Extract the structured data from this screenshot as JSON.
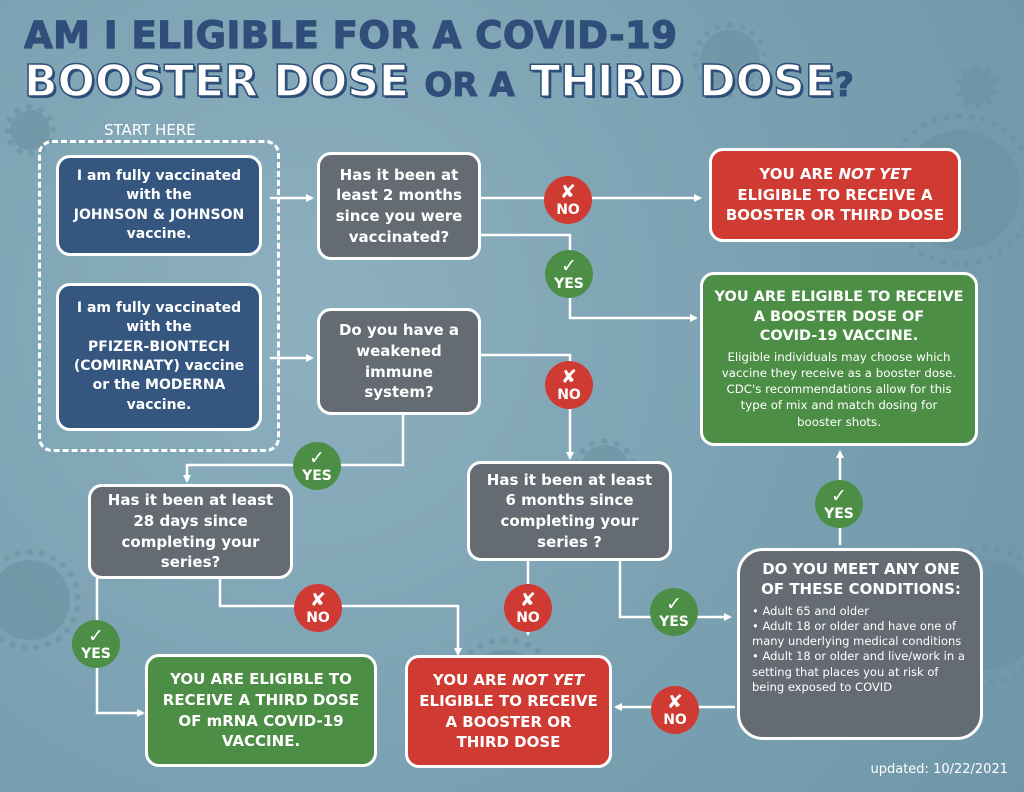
{
  "title": {
    "line1": "AM I ELIGIBLE FOR A COVID-19",
    "line2_a": "BOOSTER DOSE",
    "line2_b": "OR A",
    "line2_c": "THIRD DOSE",
    "line2_q": "?"
  },
  "start_label": "START HERE",
  "jj_box": [
    "I am fully vaccinated",
    "with the",
    "JOHNSON & JOHNSON",
    "vaccine."
  ],
  "pfizer_box": [
    "I am fully vaccinated",
    "with the",
    "PFIZER-BIONTECH",
    "(COMIRNATY) vaccine",
    "or the MODERNA",
    "vaccine."
  ],
  "q_2months": [
    "Has it been at",
    "least 2 months",
    "since you were",
    "vaccinated?"
  ],
  "q_immune": [
    "Do you have a",
    "weakened",
    "immune system?"
  ],
  "q_28days": [
    "Has it been at least",
    "28 days since",
    "completing your",
    "series?"
  ],
  "q_6months": [
    "Has it been at least",
    "6 months since",
    "completing your",
    "series ?"
  ],
  "not_yet_top": {
    "a": "YOU ARE ",
    "b": "NOT YET",
    "c": "ELIGIBLE TO RECEIVE A",
    "d": "BOOSTER OR THIRD DOSE"
  },
  "not_yet_bottom": {
    "a": "YOU ARE ",
    "b": "NOT YET",
    "c": "ELIGIBLE TO RECEIVE",
    "d": "A BOOSTER OR",
    "e": "THIRD DOSE"
  },
  "eligible_booster": {
    "heading": [
      "YOU ARE ELIGIBLE TO RECEIVE",
      "A BOOSTER DOSE OF",
      "COVID-19 VACCINE."
    ],
    "text": [
      "Eligible individuals may choose which",
      "vaccine they receive as a booster dose.",
      "CDC's recommendations allow for this",
      "type of mix and match dosing for",
      "booster shots."
    ]
  },
  "eligible_third": [
    "YOU ARE ELIGIBLE TO",
    "RECEIVE A THIRD DOSE",
    "OF mRNA COVID-19",
    "VACCINE."
  ],
  "conditions": {
    "heading": [
      "DO YOU MEET ANY ONE",
      "OF THESE CONDITIONS:"
    ],
    "items": [
      "Adult 65 and older",
      "Adult 18 or older and have one of many underlying medical conditions",
      "Adult 18 or older and live/work in a setting that places you at risk of being exposed to COVID"
    ]
  },
  "badges": {
    "yes": "YES",
    "no": "NO",
    "yes_symbol": "✓",
    "no_symbol": "✘"
  },
  "updated": "updated: 10/22/2021",
  "colors": {
    "navy": "#34567f",
    "gray": "#646b72",
    "red": "#cf3a32",
    "green": "#4c8e46",
    "title": "#2f4f7a",
    "background": "#7fa5b6"
  }
}
